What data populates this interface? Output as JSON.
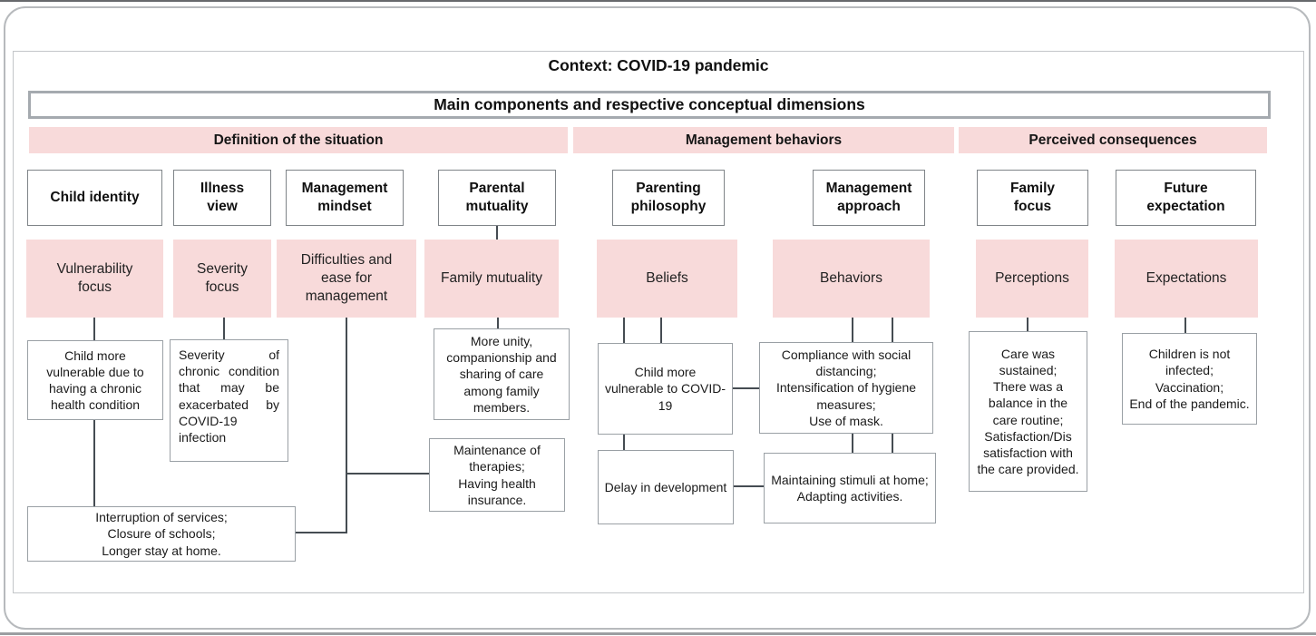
{
  "figure": {
    "title": "Context: COVID-19 pandemic",
    "subtitle": "Main components and respective conceptual dimensions"
  },
  "sections": [
    {
      "label": "Definition of the situation"
    },
    {
      "label": "Management behaviors"
    },
    {
      "label": "Perceived consequences"
    }
  ],
  "columns": [
    {
      "component": "Child identity",
      "dimension": "Vulnerability\nfocus",
      "details": [
        "Child more vulnerable due to having a chronic health condition",
        "Interruption of services;\nClosure of schools;\nLonger stay at home."
      ]
    },
    {
      "component": "Illness\nview",
      "dimension": "Severity\nfocus",
      "details": [
        "Severity of chronic condition that may be exacerbated by COVID-19 infection"
      ]
    },
    {
      "component": "Management\nmindset",
      "dimension": "Difficulties and\nease for\nmanagement",
      "details": []
    },
    {
      "component": "Parental\nmutuality",
      "dimension": "Family mutuality",
      "details": [
        "More unity, companionship and sharing of care among family members.",
        "Maintenance of therapies;\nHaving health insurance."
      ]
    },
    {
      "component": "Parenting\nphilosophy",
      "dimension": "Beliefs",
      "details": [
        "Child more vulnerable to COVID-19",
        "Delay in development"
      ]
    },
    {
      "component": "Management\napproach",
      "dimension": "Behaviors",
      "details": [
        "Compliance with social distancing;\nIntensification of hygiene measures;\nUse of mask.",
        "Maintaining stimuli at home;\nAdapting activities."
      ]
    },
    {
      "component": "Family\nfocus",
      "dimension": "Perceptions",
      "details": [
        "Care was sustained;\nThere was a balance in the care routine;\nSatisfaction/Dis satisfaction with the care provided."
      ]
    },
    {
      "component": "Future\nexpectation",
      "dimension": "Expectations",
      "details": [
        "Children is not infected;\nVaccination;\nEnd of the pandemic."
      ]
    }
  ],
  "colors": {
    "pink": "#f8dada",
    "connector": "#454c52",
    "box_border": "#9aa0a5"
  }
}
